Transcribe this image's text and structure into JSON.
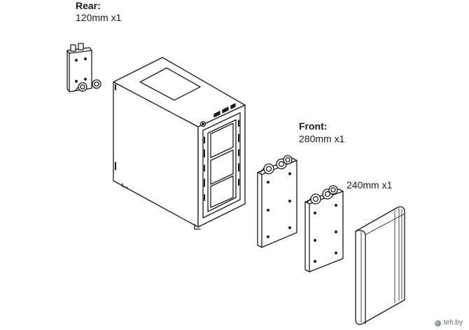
{
  "labels": {
    "rear_heading": "Rear:",
    "rear_spec": "120mm x1",
    "front_heading": "Front:",
    "front_spec": "280mm x1",
    "spec_240": "240mm x1"
  },
  "watermark": "teh.by",
  "colors": {
    "line": "#1a1a1a",
    "fill": "#ffffff",
    "shade": "#e6e6e6"
  }
}
